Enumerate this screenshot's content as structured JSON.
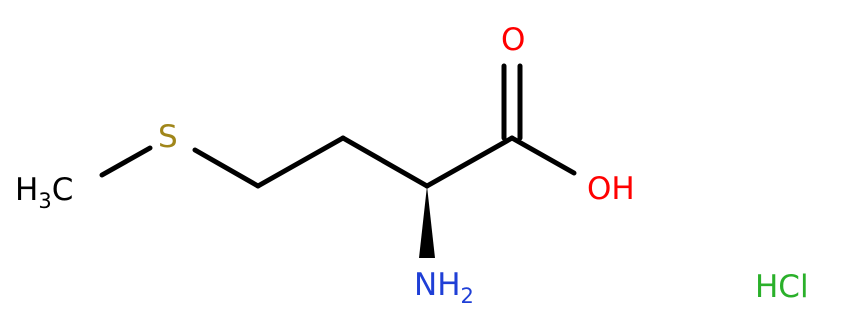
{
  "molecule": {
    "atoms": {
      "methyl": {
        "label": "H",
        "count": "3",
        "tail": "C",
        "color": "#000000"
      },
      "sulfur": {
        "label": "S",
        "color": "#a0861a"
      },
      "carbonyl_oxygen": {
        "label": "O",
        "color": "#ff0000"
      },
      "hydroxyl": {
        "label": "OH",
        "color": "#ff0000"
      },
      "amine": {
        "label": "NH",
        "count": "2",
        "color": "#1f3fd6"
      }
    },
    "salt": {
      "label": "HCl",
      "color": "#2ab02a"
    },
    "bond_color": "#000000"
  }
}
